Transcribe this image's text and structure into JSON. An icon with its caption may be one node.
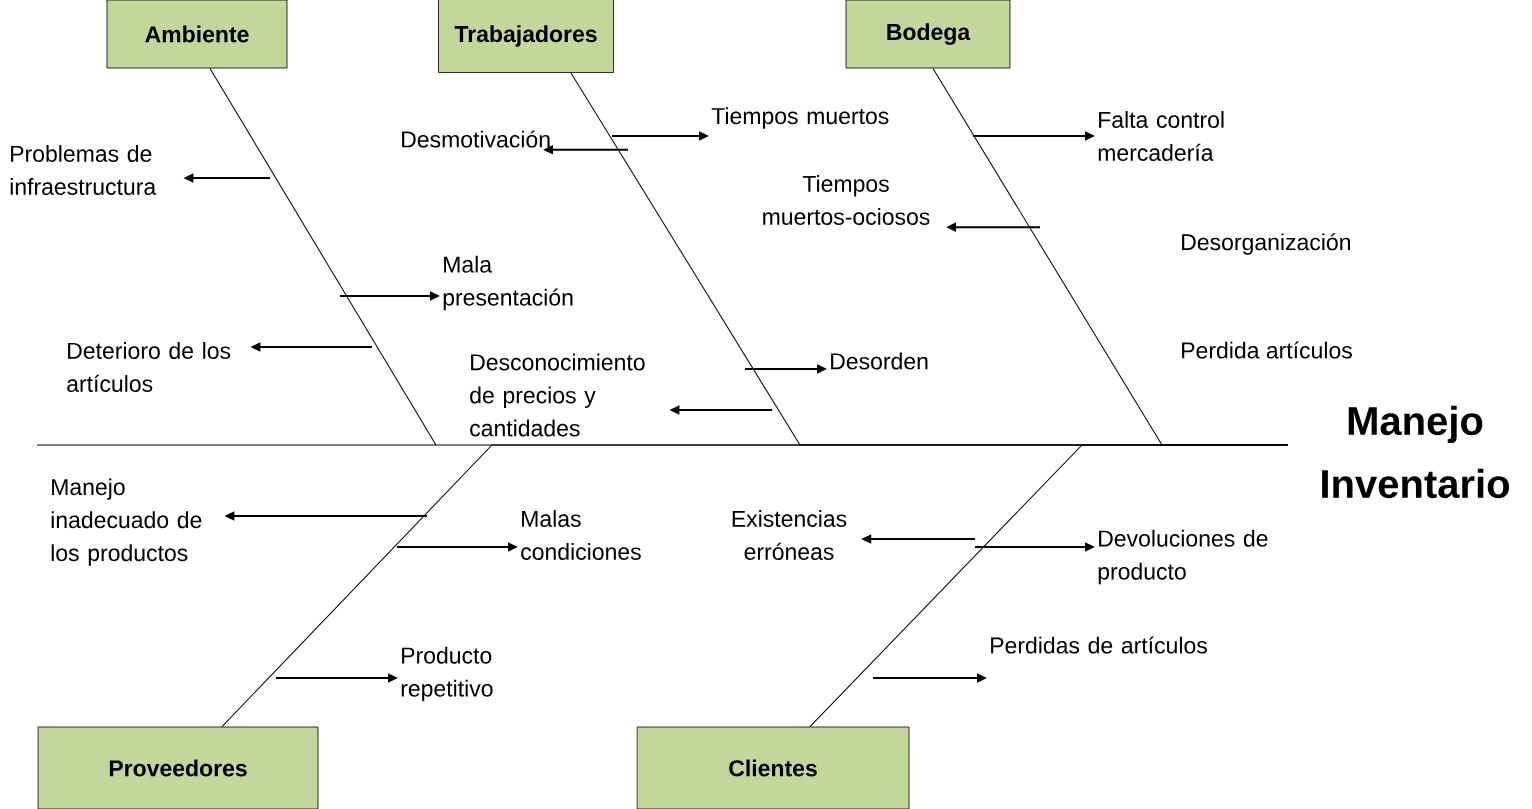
{
  "diagram": {
    "nodes": [
      {
        "text": [
          "Ambiente"
        ]
      },
      {
        "text": [
          "Trabajadores"
        ]
      },
      {
        "text": [
          "Bodega"
        ]
      },
      {
        "text": [
          "Proveedores"
        ]
      },
      {
        "text": [
          "Clientes"
        ]
      },
      {
        "text": [
          "Manejo Inventario"
        ]
      },
      {
        "text": [
          "Problemas de infraestructura"
        ]
      },
      {
        "text": [
          "Desmotivación"
        ]
      },
      {
        "text": [
          "Tiempos muertos"
        ]
      },
      {
        "text": [
          "Falta control mercadería"
        ]
      },
      {
        "text": [
          "Tiempos muertos-ociosos"
        ]
      },
      {
        "text": [
          "Mala presentación"
        ]
      },
      {
        "text": [
          "Deterioro de los artículos"
        ]
      },
      {
        "text": [
          "Desconocimiento de precios y cantidades"
        ]
      },
      {
        "text": [
          "Desorden"
        ]
      },
      {
        "text": [
          "Manejo inadecuado de los productos"
        ]
      },
      {
        "text": [
          "Malas condiciones"
        ]
      },
      {
        "text": [
          "Existencias erróneas"
        ]
      },
      {
        "text": [
          "Devoluciones de producto"
        ]
      },
      {
        "text": [
          "Producto repetitivo"
        ]
      },
      {
        "text": [
          "Perdidas de artículos"
        ]
      }
    ],
    "edges": [
      {
        "from": 0,
        "to": 5,
        "arrow": "none"
      },
      {
        "from": 1,
        "to": 5,
        "arrow": "none"
      },
      {
        "from": 2,
        "to": 5,
        "arrow": "none"
      },
      {
        "from": 3,
        "to": 5,
        "arrow": "none"
      },
      {
        "from": 4,
        "to": 5,
        "arrow": "none"
      },
      {
        "from": null,
        "to": 6,
        "arrow": "to"
      },
      {
        "from": null,
        "to": 7,
        "arrow": "to"
      },
      {
        "from": null,
        "to": 8,
        "arrow": "to"
      },
      {
        "from": null,
        "to": 9,
        "arrow": "to"
      },
      {
        "from": null,
        "to": 10,
        "arrow": "to"
      },
      {
        "from": null,
        "to": 11,
        "arrow": "to"
      },
      {
        "from": null,
        "to": 12,
        "arrow": "to"
      },
      {
        "from": null,
        "to": 13,
        "arrow": "to"
      },
      {
        "from": null,
        "to": 14,
        "arrow": "to"
      },
      {
        "from": null,
        "to": 15,
        "arrow": "to"
      },
      {
        "from": null,
        "to": 16,
        "arrow": "to"
      },
      {
        "from": null,
        "to": 17,
        "arrow": "to"
      },
      {
        "from": null,
        "to": 18,
        "arrow": "to"
      },
      {
        "from": null,
        "to": 19,
        "arrow": "to"
      },
      {
        "from": null,
        "to": 20,
        "arrow": "to"
      }
    ],
    "labels": [
      "Desorganización",
      "Perdida artículos"
    ]
  }
}
